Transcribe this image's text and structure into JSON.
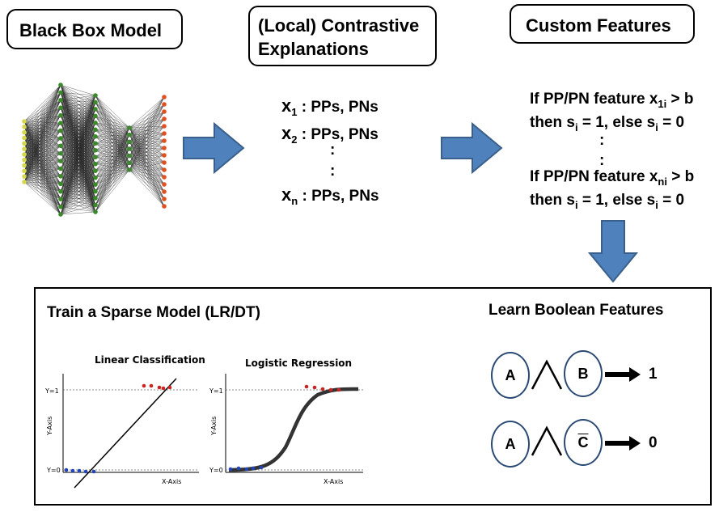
{
  "titles": {
    "black_box": "Black Box Model",
    "contrastive_line1": "(Local) Contrastive",
    "contrastive_line2": "Explanations",
    "custom": "Custom Features"
  },
  "explanations": {
    "x_var": "x",
    "rows": [
      {
        "sub": "1",
        "text": ": PPs, PNs"
      },
      {
        "sub": "2",
        "text": ": PPs, PNs"
      },
      {
        "sub": "n",
        "text": ": PPs, PNs"
      }
    ],
    "dots": ":"
  },
  "custom_features": {
    "rule1_if": "If PP/PN feature",
    "rule1_var": "x",
    "rule1_sub": "1i",
    "rule1_cmp": "> b",
    "rule1_then_a": "then s",
    "rule1_then_sub": "i",
    "rule1_then_b": " = 1, else s",
    "rule1_then_sub2": "i",
    "rule1_then_c": " = 0",
    "dots": ":",
    "rule2_if": "If PP/PN feature",
    "rule2_var": "x",
    "rule2_sub": "ni",
    "rule2_cmp": "> b",
    "rule2_then_a": "then s",
    "rule2_then_sub": "i",
    "rule2_then_b": " = 1, else s",
    "rule2_then_sub2": "i",
    "rule2_then_c": " = 0"
  },
  "panel": {
    "sparse_title": "Train a Sparse Model (LR/DT)",
    "boolean_title": "Learn Boolean Features"
  },
  "charts": [
    {
      "title": "Linear  Classification",
      "ylabel": "Y-Axis",
      "xlabel": "X-Axis",
      "y1": "Y=1",
      "y0": "Y=0"
    },
    {
      "title": "Logistic Regression",
      "ylabel": "Y-Axis",
      "xlabel": "X-Axis",
      "y1": "Y=1",
      "y0": "Y=0"
    }
  ],
  "boolean": {
    "row1": {
      "a": "A",
      "b": "B",
      "out": "1"
    },
    "row2": {
      "a": "A",
      "b": "C",
      "out": "0"
    }
  },
  "colors": {
    "arrow_fill": "#4f81bd",
    "arrow_stroke": "#3a5f8a",
    "circle_border": "#2b4a73",
    "node_yellow": "#d4d84a",
    "node_green": "#3a8a2a",
    "node_red": "#e05020",
    "dot_red": "#cc2222",
    "dot_blue": "#2244bb"
  }
}
